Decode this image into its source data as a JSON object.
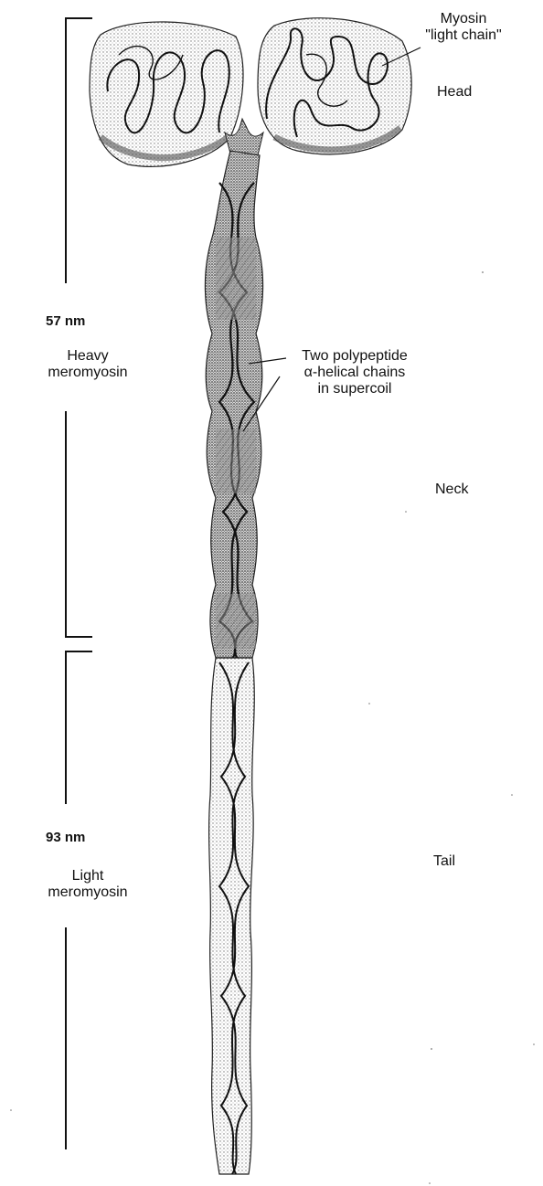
{
  "labels": {
    "myosin_light_chain_line1": "Myosin",
    "myosin_light_chain_line2": "\"light chain\"",
    "head": "Head",
    "neck": "Neck",
    "tail": "Tail",
    "heavy_length": "57 nm",
    "heavy_name_line1": "Heavy",
    "heavy_name_line2": "meromyosin",
    "light_length": "93 nm",
    "light_name_line1": "Light",
    "light_name_line2": "meromyosin",
    "helix_line1": "Two polypeptide",
    "helix_line2": "α-helical chains",
    "helix_line3": "in supercoil"
  },
  "colors": {
    "ink": "#111111",
    "stipple_dark": "#555555",
    "stipple_light": "#bbbbbb",
    "background": "#ffffff"
  }
}
